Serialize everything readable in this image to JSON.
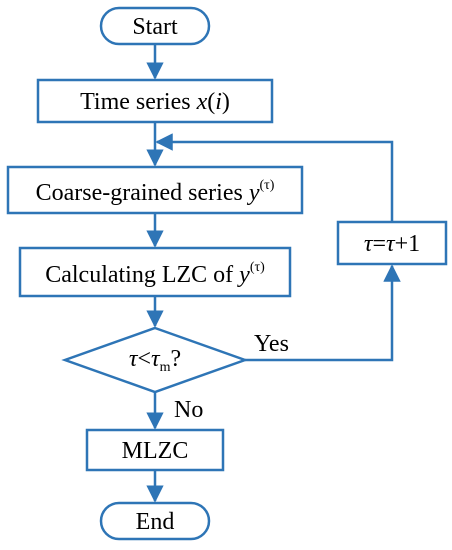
{
  "nodes": {
    "start": "Start",
    "time_series": {
      "text": "Time series ",
      "var": "x",
      "paren_open": "(",
      "index": "i",
      "paren_close": ")"
    },
    "coarse": {
      "text": "Coarse-grained series ",
      "var": "y",
      "sup": "(τ)"
    },
    "calc": {
      "text": "Calculating LZC of ",
      "var": "y",
      "sup": "(τ)"
    },
    "decision": {
      "left": "τ",
      "op": "<",
      "right": "τ",
      "sub": "m",
      "q": "?"
    },
    "mlzc": "MLZC",
    "end": "End",
    "increment": {
      "lhs": "τ",
      "eq": "=",
      "rhs": "τ",
      "plus": "+1"
    }
  },
  "edges": {
    "yes": "Yes",
    "no": "No"
  },
  "colors": {
    "stroke": "#2e75b6",
    "text": "#000000",
    "background": "#ffffff"
  }
}
